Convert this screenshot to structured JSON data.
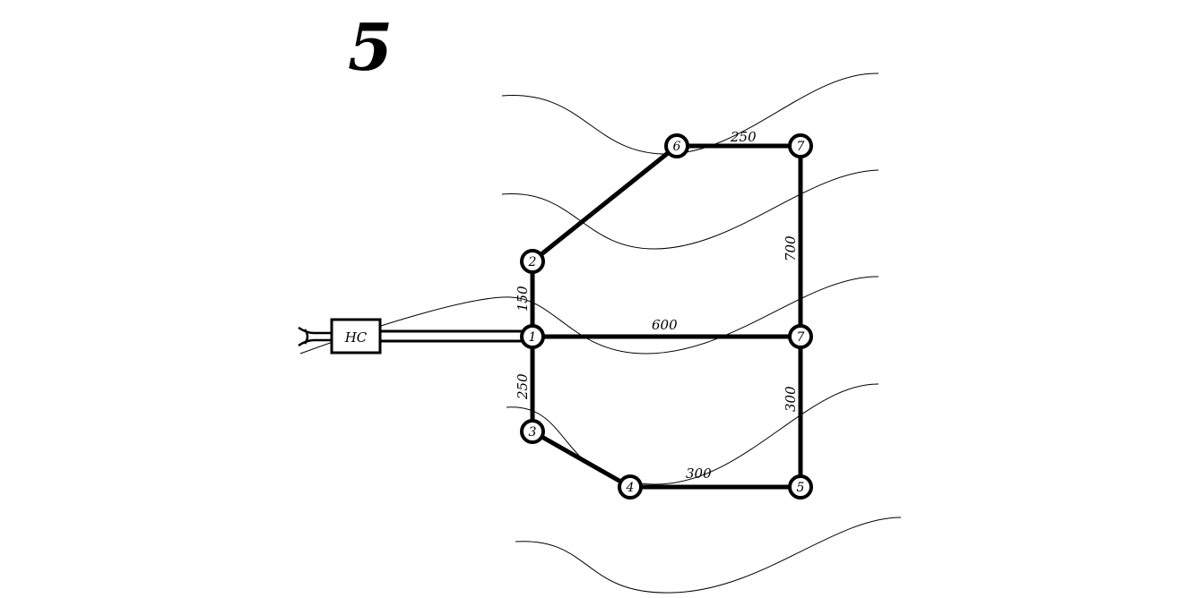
{
  "diagram": {
    "variant_label": "5",
    "station": {
      "label": "НС"
    },
    "nodes": [
      {
        "id": "n1",
        "label": "1"
      },
      {
        "id": "n2",
        "label": "2"
      },
      {
        "id": "n3",
        "label": "3"
      },
      {
        "id": "n4",
        "label": "4"
      },
      {
        "id": "n5",
        "label": "5"
      },
      {
        "id": "n6",
        "label": "6"
      },
      {
        "id": "n7a",
        "label": "7"
      },
      {
        "id": "n7b",
        "label": "7"
      }
    ],
    "edges": [
      {
        "id": "e1-2",
        "from": "n1",
        "to": "n2",
        "length": "150"
      },
      {
        "id": "e1-3",
        "from": "n1",
        "to": "n3",
        "length": "250"
      },
      {
        "id": "e1-7",
        "from": "n1",
        "to": "n7b",
        "length": "600"
      },
      {
        "id": "e2-6",
        "from": "n2",
        "to": "n6",
        "length": ""
      },
      {
        "id": "e6-7",
        "from": "n6",
        "to": "n7a",
        "length": "250"
      },
      {
        "id": "e7-7",
        "from": "n7a",
        "to": "n7b",
        "length": "700"
      },
      {
        "id": "e7-5",
        "from": "n7b",
        "to": "n5",
        "length": "300"
      },
      {
        "id": "e3-4",
        "from": "n3",
        "to": "n4",
        "length": ""
      },
      {
        "id": "e4-5",
        "from": "n4",
        "to": "n5",
        "length": "300"
      }
    ]
  }
}
